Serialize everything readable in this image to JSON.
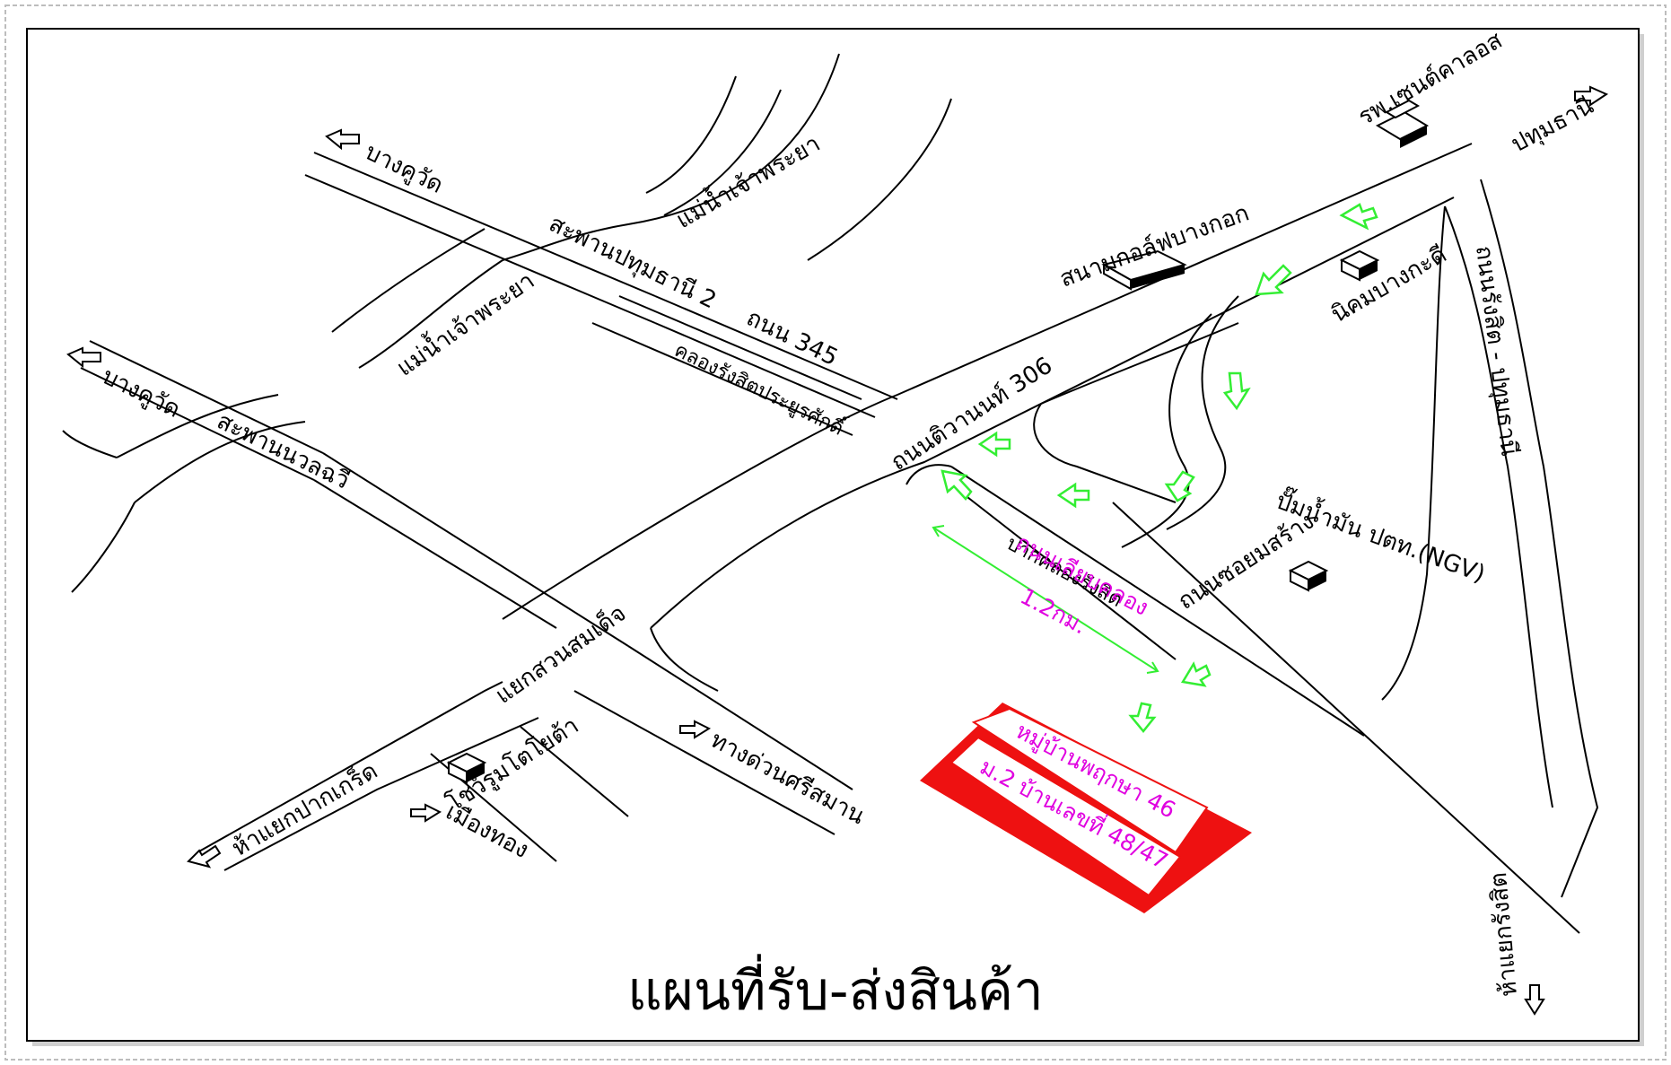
{
  "title": "แผนที่รับ-ส่งสินค้า",
  "colors": {
    "highlight_red": "#ee1111",
    "route_green": "#33ee33",
    "label_magenta": "#e000e0",
    "line": "#000000"
  },
  "labels": {
    "bang_kruai_top": "บางคูวัด",
    "bang_kruai_left": "บางคูวัด",
    "river_top": "แม่น้ำเจ้าพระยา",
    "river_mid": "แม่น้ำเจ้าพระยา",
    "bridge_pathum": "สะพานปทุมธานี 2",
    "bridge_nawalok": "สะพานนวลฉวี",
    "road_345": "ถนน 345",
    "canal": "คลองรังสิตประยูรศักดิ์",
    "golf": "สนามกอล์ฟบางกอก",
    "hospital": "รพ.เซนต์คาลอส",
    "pathumthani": "ปทุมธานี",
    "industrial": "นิคมบางกะดี",
    "tiwanon": "ถนนติวานนท์ 306",
    "rangsit_road": "ถนนรังสิต - ปทุมธานี",
    "pak_khlong": "ปากคลองรังสิต",
    "samkhok_road": "ถนนซอยมสร้าง",
    "gas_station": "ปั๊มน้ำมัน ปตท.(NGV)",
    "side_road": "ถนนเลียบคลอง",
    "distance": "1.2กม.",
    "suan_somdet": "แยกสวนสมเด็จ",
    "toyota": "โชว์รูมโตโยต้า",
    "pak_kret": "ห้าแยกปากเกร็ด",
    "muang_thong": "เมืองทอง",
    "srisaman": "ทางด่วนศรีสมาน",
    "rangsit_junction": "ห้าแยกรังสิต",
    "village": "หมู่บ้านพฤกษา 46",
    "house_no": "ม.2 บ้านเลขที่ 48/47"
  }
}
